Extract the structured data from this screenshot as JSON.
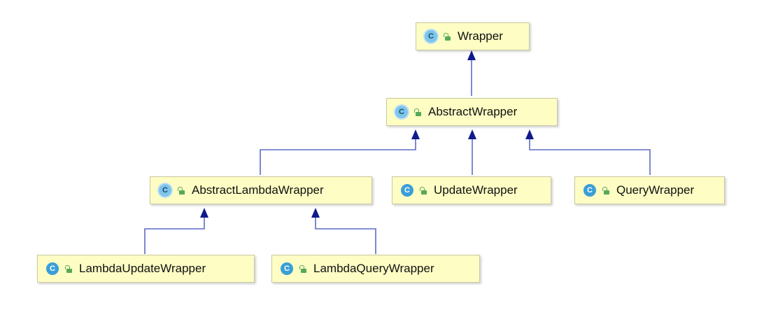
{
  "nodes": {
    "wrapper": {
      "label": "Wrapper",
      "abstract": true
    },
    "abstract_wrapper": {
      "label": "AbstractWrapper",
      "abstract": true
    },
    "abstract_lambda_wrapper": {
      "label": "AbstractLambdaWrapper",
      "abstract": true
    },
    "update_wrapper": {
      "label": "UpdateWrapper",
      "abstract": false
    },
    "query_wrapper": {
      "label": "QueryWrapper",
      "abstract": false
    },
    "lambda_update_wrapper": {
      "label": "LambdaUpdateWrapper",
      "abstract": false
    },
    "lambda_query_wrapper": {
      "label": "LambdaQueryWrapper",
      "abstract": false
    }
  },
  "icons": {
    "class_letter": "C",
    "class_icon": "class-icon",
    "visibility_icon": "public-lock-icon"
  },
  "colors": {
    "node_fill": "#fdfdc4",
    "edge": "#5b6cc4",
    "arrowhead": "#101a8c"
  }
}
